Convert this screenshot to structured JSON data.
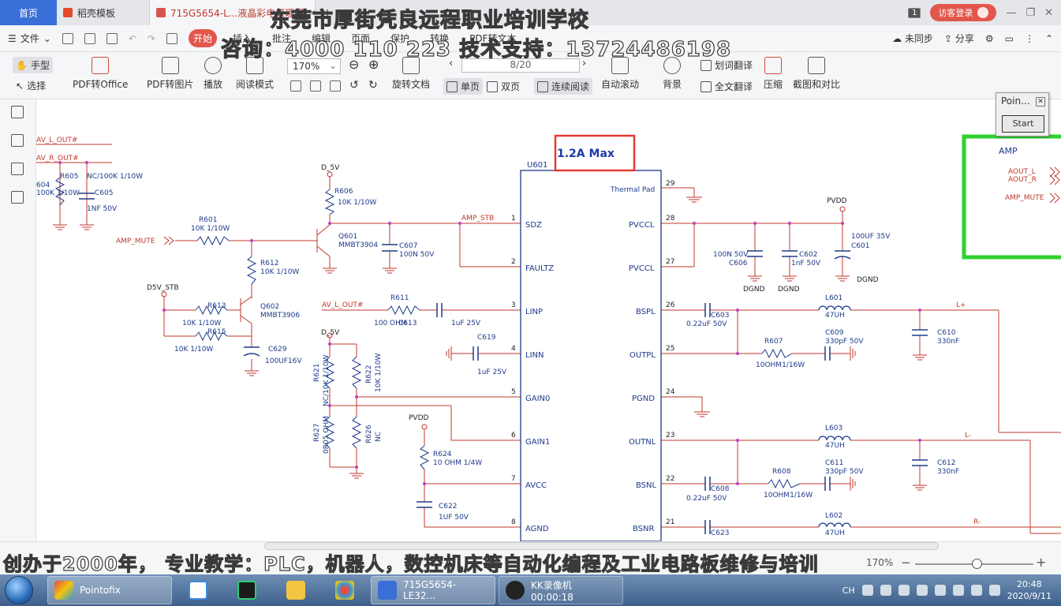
{
  "tabs": {
    "home": "首页",
    "template": "稻壳模板",
    "doc": "715G5654-L...液晶彩电原理图",
    "count_badge": "1",
    "login": "访客登录"
  },
  "menu": {
    "file": "文件",
    "tabs": [
      "开始",
      "插入",
      "批注",
      "编辑",
      "页面",
      "保护",
      "转换",
      "PDF转文本"
    ],
    "right": [
      "未同步",
      "分享"
    ]
  },
  "ribbon": {
    "hand": "手型",
    "select": "选择",
    "pdf_to_office": "PDF转Office",
    "pdf_to_image": "PDF转图片",
    "play": "播放",
    "read_mode": "阅读模式",
    "zoom": "170%",
    "rotate": "旋转文档",
    "page_indicator": "8/20",
    "single": "单页",
    "double": "双页",
    "continuous": "连续阅读",
    "auto_scroll": "自动滚动",
    "background": "背景",
    "word_translate": "划词翻译",
    "full_translate": "全文翻译",
    "compress": "压缩",
    "screenshot_compare": "截图和对比"
  },
  "pointofix": {
    "title": "Poin...",
    "start": "Start"
  },
  "overlay": {
    "line1": "东莞市厚街凭良远程职业培训学校",
    "line2": "咨询：4000 110 223 技术支持：13724486198",
    "line3": "创办于2000年， 专业教学：PLC，机器人，数控机床等自动化编程及工业电路板维修与培训"
  },
  "statusbar": {
    "zoom_pct": "170%"
  },
  "taskbar": {
    "items": [
      "Pointofix",
      "715G5654-LE32...",
      "KK录像机 00:00:18"
    ],
    "lang": "CH",
    "time": "20:48",
    "date": "2020/9/11"
  },
  "schematic": {
    "chip_ref": "U601",
    "max_label": "1.2A  Max",
    "left_pins": [
      {
        "num": "1",
        "name": "SDZ"
      },
      {
        "num": "2",
        "name": "FAULTZ"
      },
      {
        "num": "3",
        "name": "LINP"
      },
      {
        "num": "4",
        "name": "LINN"
      },
      {
        "num": "5",
        "name": "GAIN0"
      },
      {
        "num": "6",
        "name": "GAIN1"
      },
      {
        "num": "7",
        "name": "AVCC"
      },
      {
        "num": "8",
        "name": "AGND"
      }
    ],
    "right_pins": [
      {
        "num": "29",
        "name": "Thermal Pad"
      },
      {
        "num": "28",
        "name": "PVCCL"
      },
      {
        "num": "27",
        "name": "PVCCL"
      },
      {
        "num": "26",
        "name": "BSPL"
      },
      {
        "num": "25",
        "name": "OUTPL"
      },
      {
        "num": "24",
        "name": "PGND"
      },
      {
        "num": "23",
        "name": "OUTNL"
      },
      {
        "num": "22",
        "name": "BSNL"
      },
      {
        "num": "21",
        "name": "BSNR"
      }
    ],
    "nets": {
      "av_l_out": "AV_L_OUT#",
      "av_r_out": "AV_R_OUT#",
      "amp_mute": "AMP_MUTE",
      "amp_stb": "AMP_STB",
      "d5v": "D_5V",
      "d5v_stb": "D5V_STB",
      "pvdd": "PVDD",
      "dgnd": "DGND",
      "lp": "L+",
      "lm": "L-",
      "rm": "R-",
      "amp": "AMP",
      "aout_l": "AOUT_L",
      "aout_r": "AOUT_R"
    },
    "parts": {
      "r605": "R605",
      "r605_val": "NC/100K 1/10W",
      "r604": "604",
      "r604_val": "100K 1/10W",
      "c605": "C605",
      "c605_val": "1NF 50V",
      "r601": "R601",
      "r601_val": "10K 1/10W",
      "r606": "R606",
      "r606_val": "10K 1/10W",
      "q601": "Q601",
      "q601_val": "MMBT3904",
      "c607": "C607",
      "c607_val": "100N 50V",
      "r612": "R612",
      "r612_val": "10K 1/10W",
      "r613": "R613",
      "r613_val": "10K 1/10W",
      "q602": "Q602",
      "q602_val": "MMBT3906",
      "r615": "R615",
      "r615_val": "10K 1/10W",
      "c629": "C629",
      "c629_val": "100UF16V",
      "r611": "R611",
      "r611_val": "100 OHM",
      "c613": "C613",
      "c613_val": "1uF 25V",
      "c619": "C619",
      "c619_val": "1uF 25V",
      "r621": "R621",
      "r621_val": "NC/10K 1/10W",
      "r622": "R622",
      "r622_val": "10K 1/10W",
      "r627": "R627",
      "r627_val": "0R05 OHM",
      "r626": "R626",
      "r626_val": "NC",
      "r624": "R624",
      "r624_val": "10 OHM 1/4W",
      "c622": "C622",
      "c622_val": "1UF 50V",
      "c606": "C606",
      "c606_val": "100N 50V",
      "c602": "C602",
      "c602_val": "1nF 50V",
      "c601": "C601",
      "c601_val": "100UF 35V",
      "c603": "C603",
      "c603_val": "0.22uF 50V",
      "l601": "L601",
      "l601_val": "47UH",
      "r607": "R607",
      "r607_val": "10OHM1/16W",
      "c609": "C609",
      "c609_val": "330pF 50V",
      "c610": "C610",
      "c610_val": "330nF",
      "l603": "L603",
      "l603_val": "47UH",
      "c611": "C611",
      "c611_val": "330pF 50V",
      "c612": "C612",
      "c612_val": "330nF",
      "c608": "C608",
      "c608_val": "0.22uF 50V",
      "r608": "R608",
      "r608_val": "10OHM1/16W",
      "l602": "L602",
      "l602_val": "47UH",
      "c623": "C623"
    }
  },
  "colors": {
    "wire": "#c0392b",
    "part": "#1e3a8a",
    "highlight_box": "#e53935",
    "green_box": "#2fd22f",
    "accent": "#e2574c"
  }
}
